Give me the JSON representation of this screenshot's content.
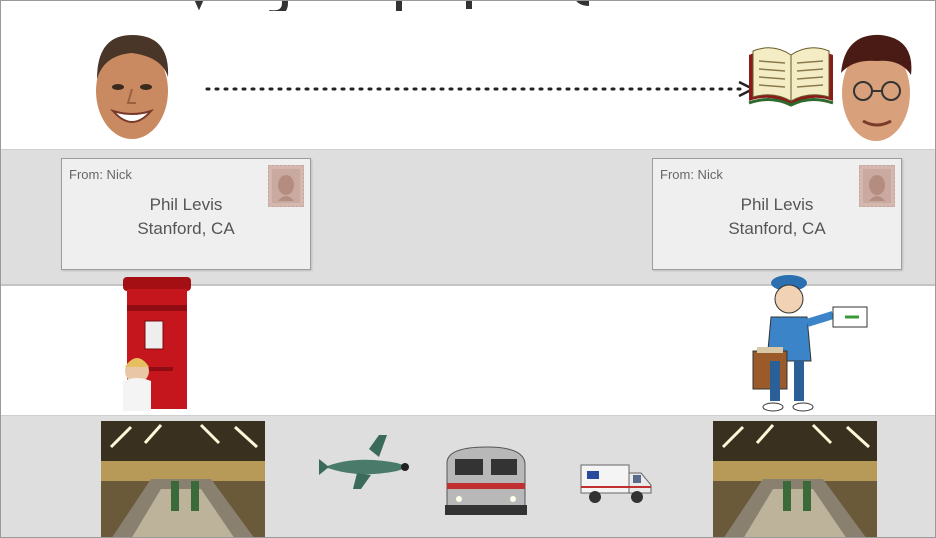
{
  "envelopes": [
    {
      "from": "From: Nick",
      "name": "Phil Levis",
      "city": "Stanford, CA"
    },
    {
      "from": "From: Nick",
      "name": "Phil Levis",
      "city": "Stanford, CA"
    }
  ],
  "icons": {
    "sender_photo": "person-photo",
    "receiver_photo": "person-photo",
    "book": "open-book-icon",
    "arrow": "dotted-arrow",
    "mailbox": "red-pillar-box",
    "mail_carrier": "postman-illustration",
    "sorting_facility": "sorting-facility-photo",
    "airplane": "biplane-icon",
    "train": "train-icon",
    "mail_truck": "mail-truck-icon"
  },
  "colors": {
    "band": "#dedede",
    "envelope": "#efefef",
    "envelope_text": "#555555",
    "stamp": "#c9a9a0",
    "mailbox": "#c4161c"
  }
}
